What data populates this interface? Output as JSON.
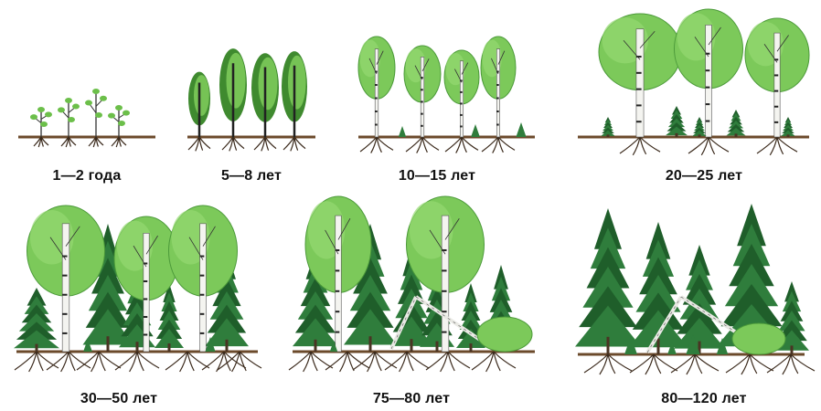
{
  "stages": [
    {
      "id": "s1",
      "label": "1—2 года"
    },
    {
      "id": "s2",
      "label": "5—8 лет"
    },
    {
      "id": "s3",
      "label": "10—15 лет"
    },
    {
      "id": "s4",
      "label": "20—25 лет"
    },
    {
      "id": "s5",
      "label": "30—50 лет"
    },
    {
      "id": "s6",
      "label": "75—80 лет"
    },
    {
      "id": "s7",
      "label": "80—120 лет"
    }
  ],
  "colors": {
    "birch_foliage": "#7cc95a",
    "birch_foliage_dark": "#4c9a3a",
    "spruce": "#2f7d3c",
    "spruce_dark": "#1f5e2a",
    "ground": "#6b4a2b",
    "roots": "#3b2a1c",
    "trunk_white": "#f4f4f0",
    "trunk_mark": "#222222"
  }
}
